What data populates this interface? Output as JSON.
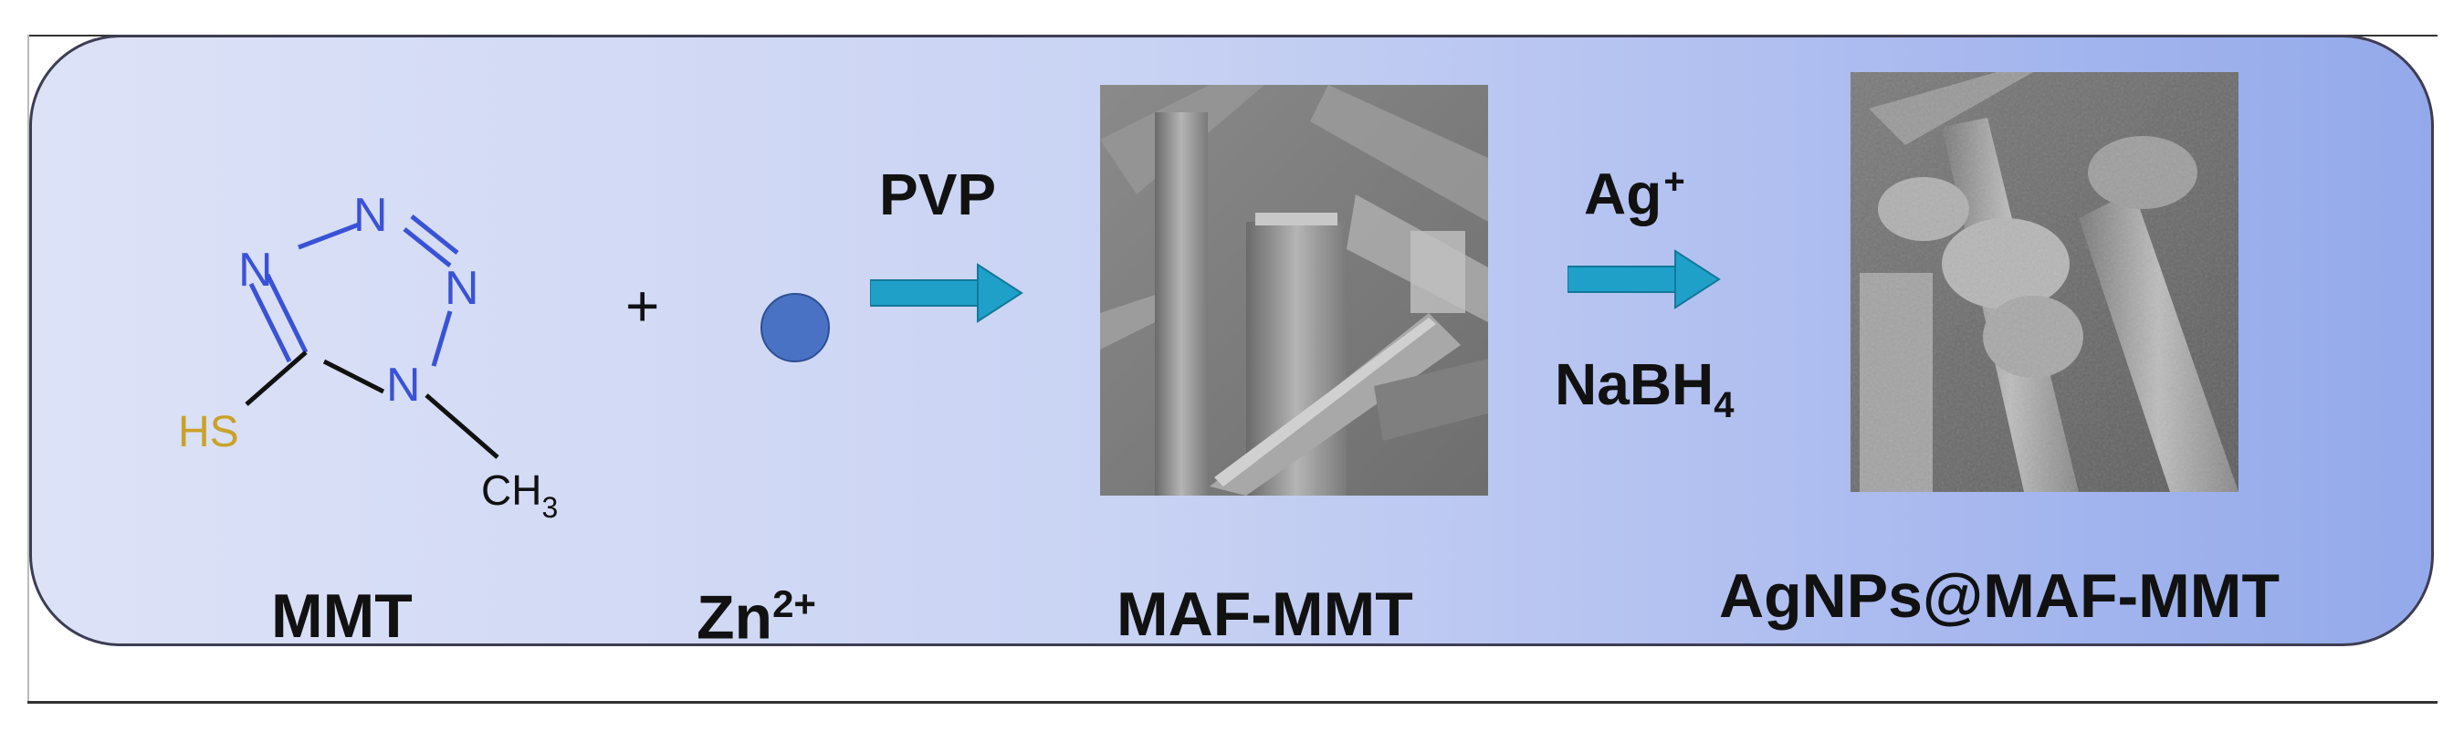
{
  "molecule": {
    "atoms": {
      "n": "N",
      "hs": "HS",
      "ch3": "CH",
      "ch3_sub": "3"
    },
    "colors": {
      "nitrogen": "#3a52d6",
      "sulfur": "#c9a227",
      "bond": "#111111"
    }
  },
  "plus_sign": "+",
  "reagents": {
    "step1": "PVP",
    "step2_top": "Ag",
    "step2_top_sup": "+",
    "step2_bottom": "NaBH",
    "step2_bottom_sub": "4"
  },
  "labels": {
    "mmt": "MMT",
    "zn": "Zn",
    "zn_sup": "2+",
    "maf": "MAF-MMT",
    "agnps": "AgNPs@MAF-MMT"
  },
  "colors": {
    "arrow": "#1fa0c8",
    "zinc_dot": "#4a72c4"
  }
}
